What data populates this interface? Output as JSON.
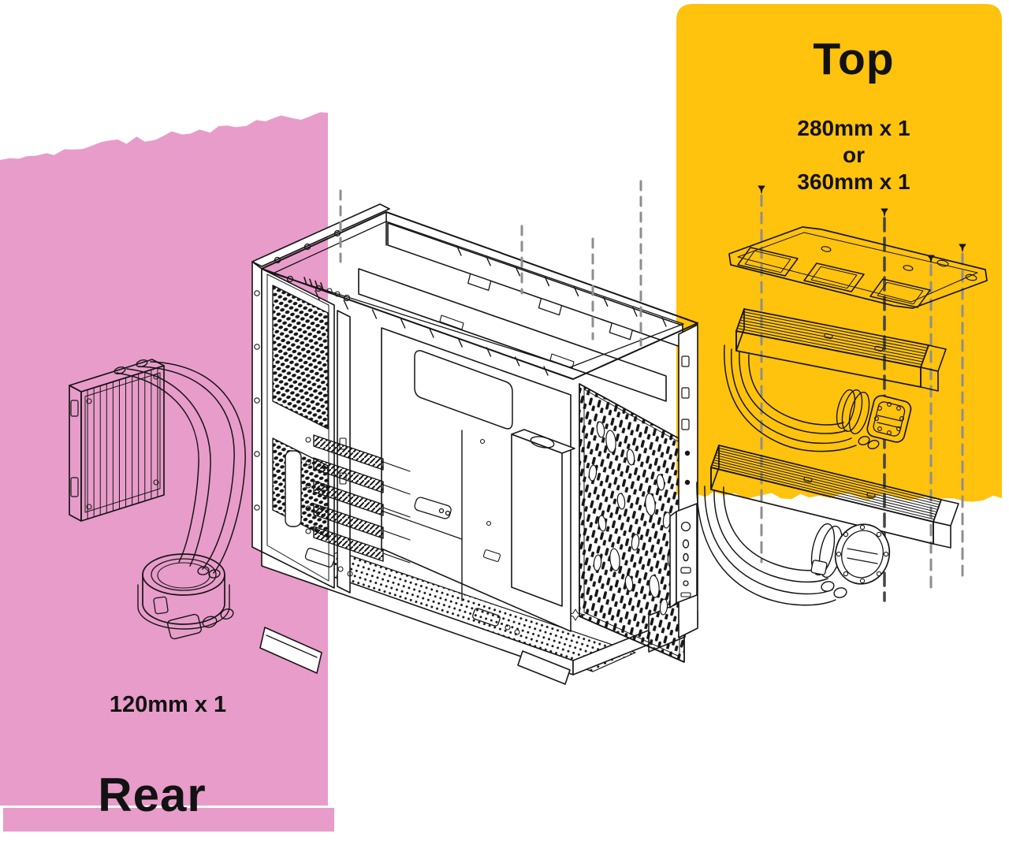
{
  "zones": {
    "rear": {
      "title": "Rear",
      "spec": "120mm x 1",
      "color": "#E89CC9"
    },
    "top": {
      "title": "Top",
      "spec_lines": [
        "280mm x 1",
        "or",
        "360mm x 1"
      ],
      "color": "#FFC20D"
    }
  },
  "illustration": {
    "background": "#FFFFFF",
    "line_color": "#161616",
    "guide_color": "#8E8E8E",
    "guide_strong_color": "#454545",
    "parts": {
      "case": "pc-case-exploded-line-art",
      "rear_aio": "120mm-aio-radiator-with-pump",
      "top_bracket": "top-radiator-mounting-bracket",
      "aio_280": "280mm-aio-radiator-with-pump",
      "aio_360": "360mm-aio-radiator-with-pump"
    }
  }
}
